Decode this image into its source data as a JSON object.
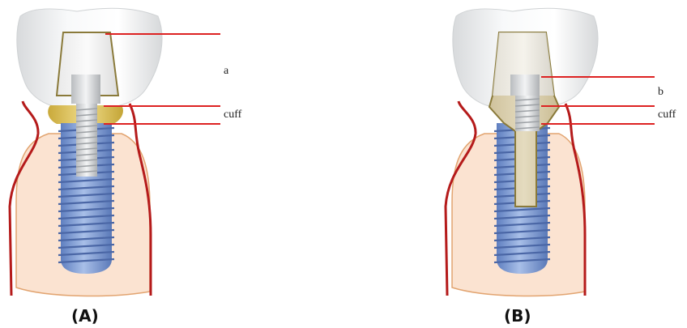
{
  "panels": [
    {
      "caption": "(A)",
      "labels": {
        "top": "a",
        "cuff": "cuff"
      }
    },
    {
      "caption": "(B)",
      "labels": {
        "top": "b",
        "cuff": "cuff"
      }
    }
  ],
  "colors": {
    "crown": "#eceeef",
    "gingiva_line": "#b51b1b",
    "bone_fill": "#fbe3d1",
    "bone_line": "#e2a470",
    "implant_blue": "#7d9ad3",
    "abutment_gold": "#dcc35a",
    "abutment_tan": "#d6caa6",
    "screw_gray": "#cfd2d4",
    "leader_red": "#dd2222"
  }
}
